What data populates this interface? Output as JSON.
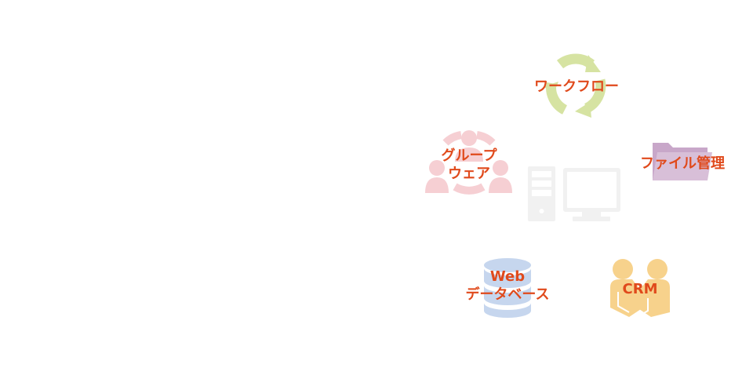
{
  "theme": {
    "label_color": "#e04a1c",
    "computer_color": "#f1f1f1",
    "workflow_color": "#d6e3a2",
    "groupware_color": "#f6cfd3",
    "folder_back_color": "#c8a7c9",
    "folder_front_color": "#d8bfd8",
    "database_color": "#c6d6ee",
    "crm_color": "#f7d28c"
  },
  "nodes": {
    "workflow": {
      "label": "ワークフロー",
      "icon": "cycle-arrows-icon"
    },
    "groupware": {
      "line1": "グループ",
      "line2": "ウェア",
      "icon": "people-group-icon"
    },
    "file_management": {
      "label": "ファイル管理",
      "icon": "folder-icon"
    },
    "web_database": {
      "line1": "Web",
      "line2": "データベース",
      "icon": "database-icon"
    },
    "crm": {
      "label": "CRM",
      "icon": "handshake-icon"
    },
    "center": {
      "icon": "desktop-computer-icon"
    }
  }
}
